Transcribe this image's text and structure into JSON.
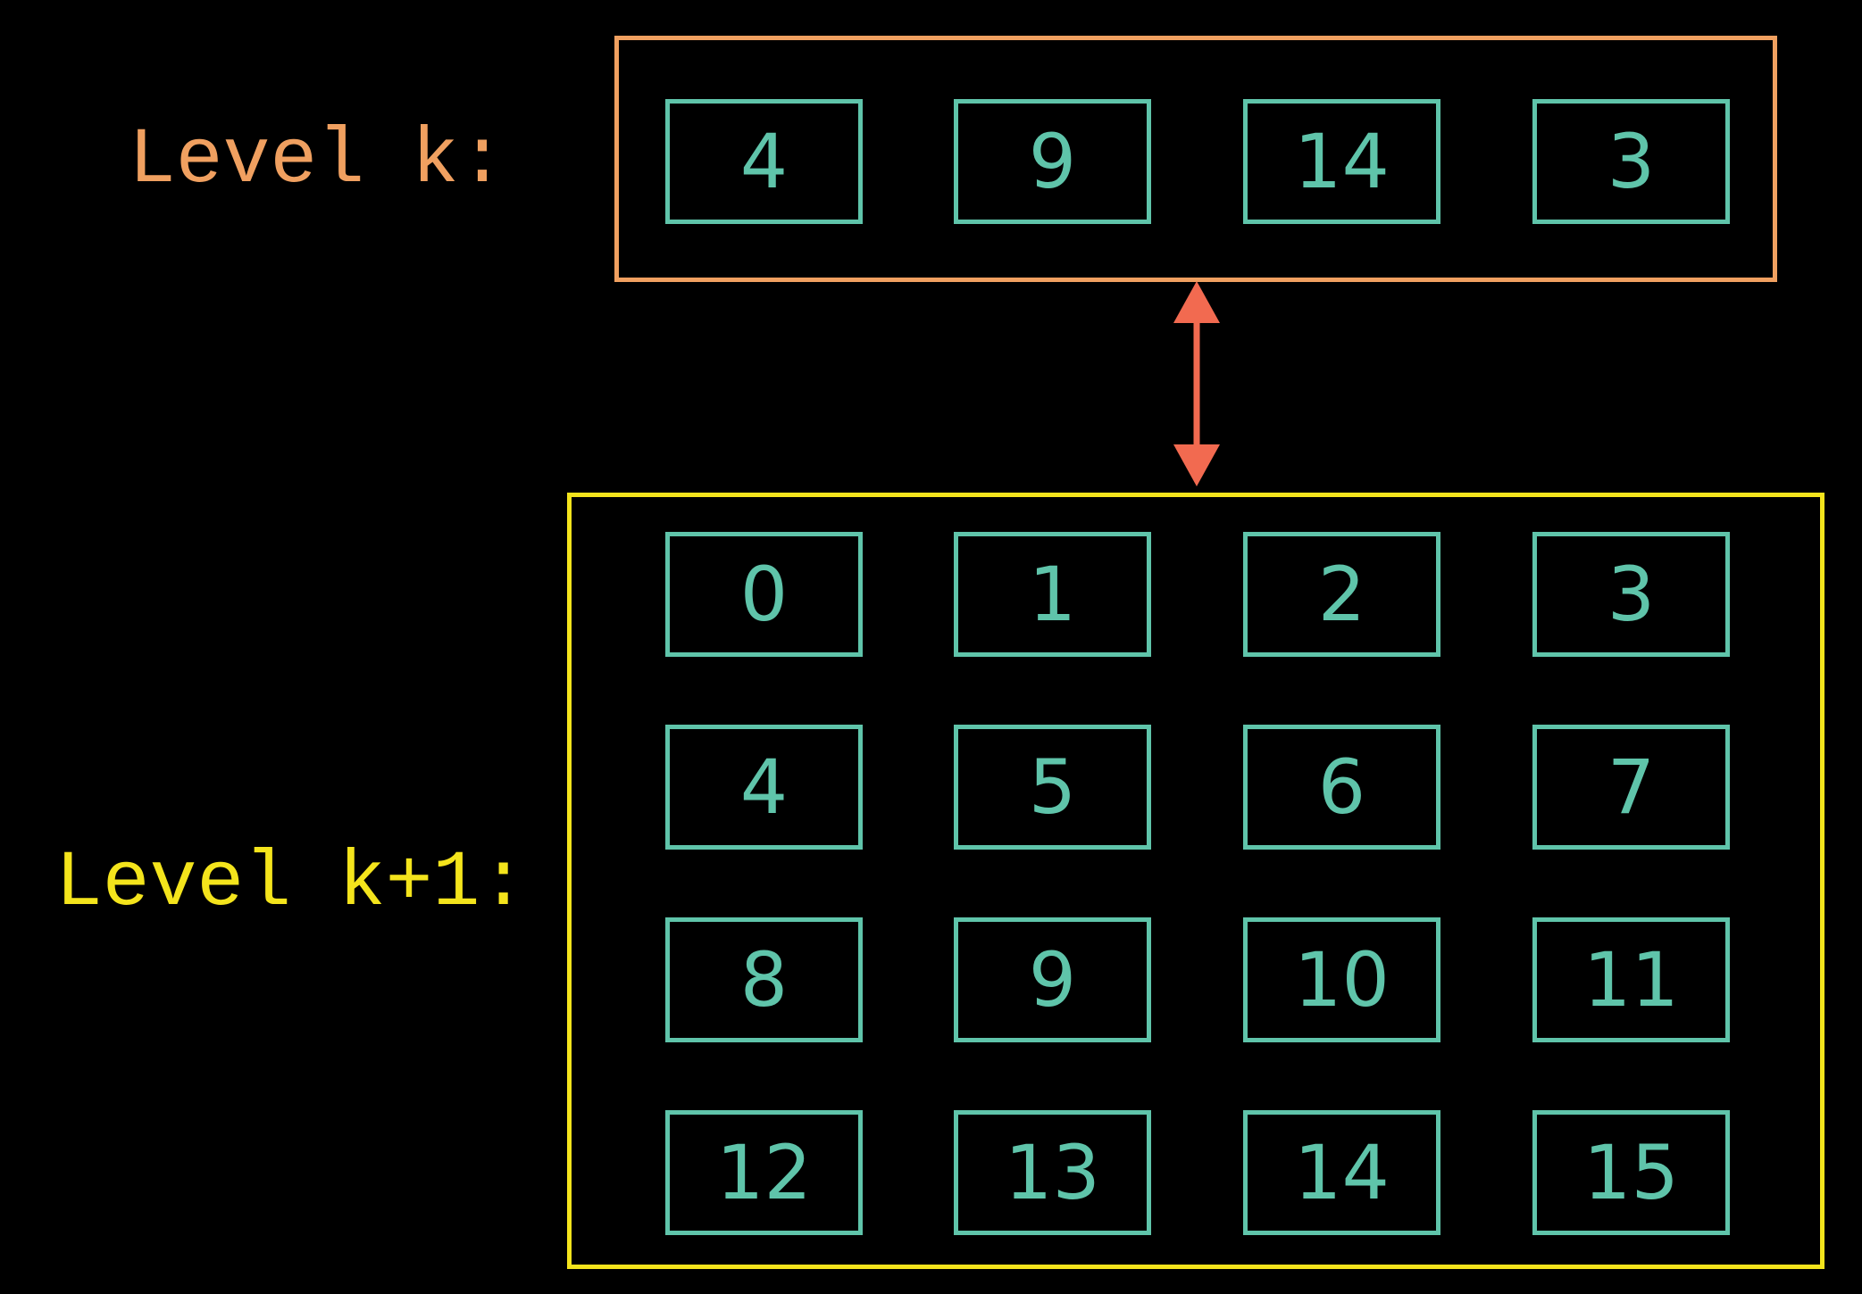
{
  "colors": {
    "background": "#000000",
    "level_k": "#f0a060",
    "level_k1": "#f4e41c",
    "cell": "#5fc4aa",
    "arrow": "#f26a50"
  },
  "level_k": {
    "label": "Level k:",
    "cells": [
      "4",
      "9",
      "14",
      "3"
    ]
  },
  "level_k1": {
    "label": "Level k+1:",
    "cells": [
      "0",
      "1",
      "2",
      "3",
      "4",
      "5",
      "6",
      "7",
      "8",
      "9",
      "10",
      "11",
      "12",
      "13",
      "14",
      "15"
    ]
  }
}
